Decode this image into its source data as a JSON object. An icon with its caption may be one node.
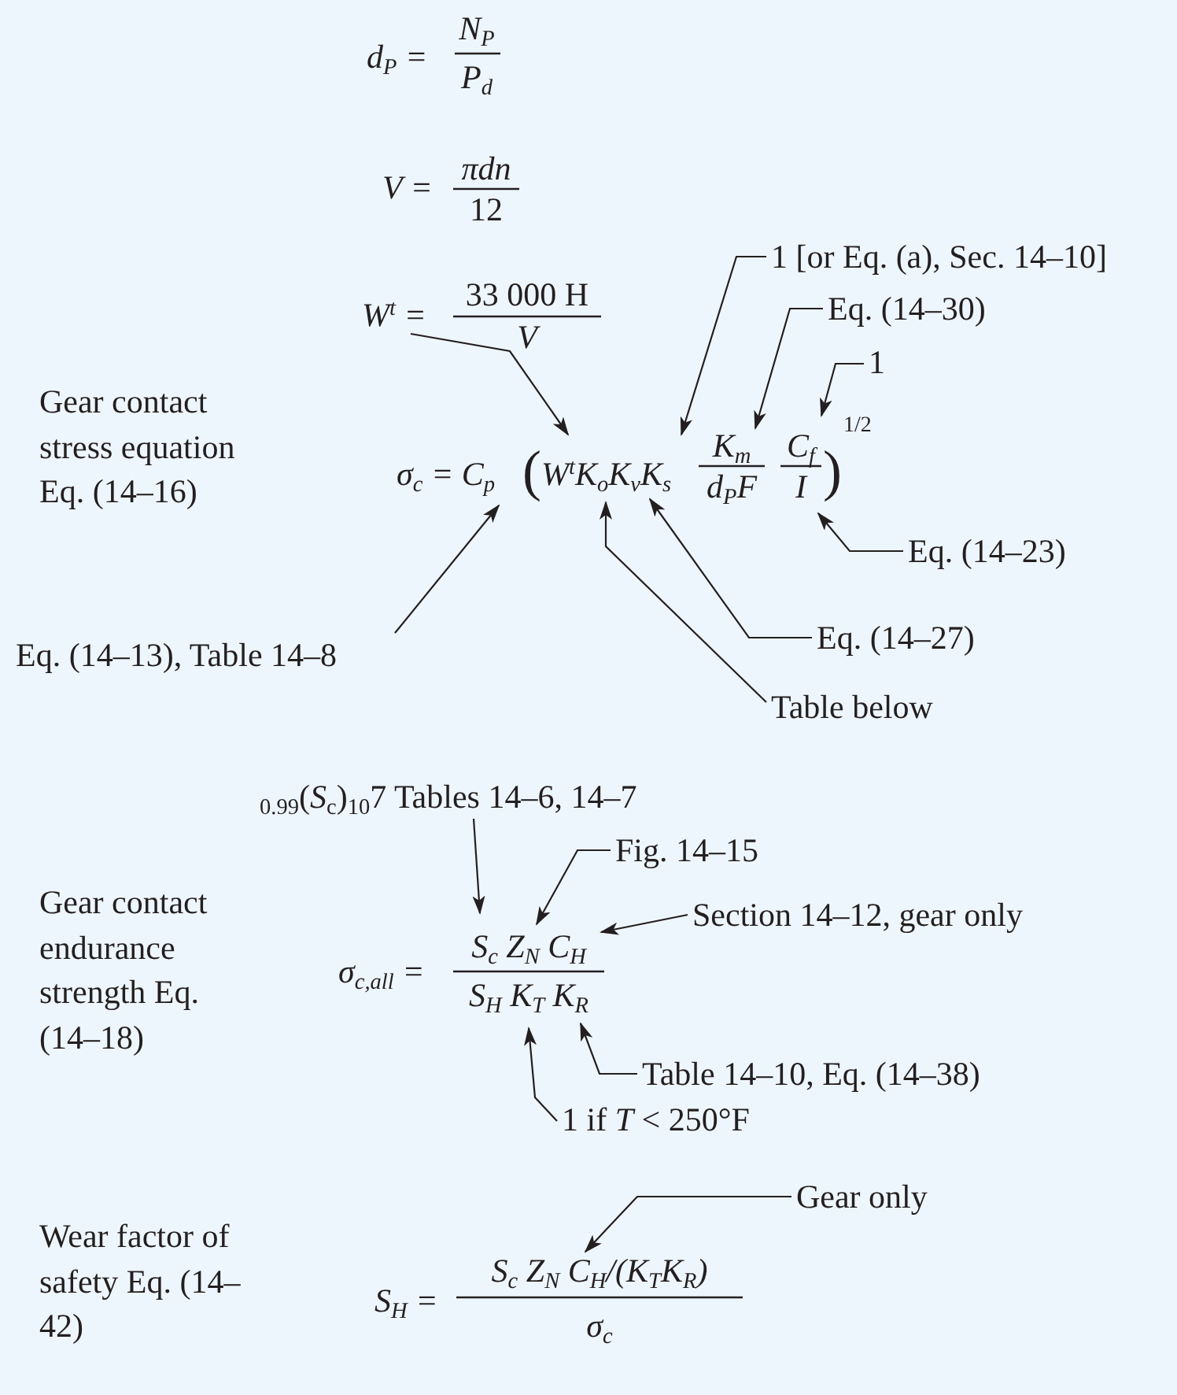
{
  "diagram": {
    "nodes": [
      {
        "text": [
          "1 [or Eq. (a), Sec. 14–10]"
        ]
      },
      {
        "text": [
          "Eq. (14–30)"
        ]
      },
      {
        "text": [
          "1"
        ]
      },
      {
        "text": [
          "Eq. (14–23)"
        ]
      },
      {
        "text": [
          "Eq. (14–27)"
        ]
      },
      {
        "text": [
          "Table below"
        ]
      },
      {
        "text": [
          "Eq. (14–13), Table 14–8"
        ]
      },
      {
        "text": [
          "$_{0.99}$(*S*$_{c}$)$_{10}$7 Tables 14–6, 14–7"
        ]
      },
      {
        "text": [
          "Fig. 14–15"
        ]
      },
      {
        "text": [
          "Section 14–12, gear only"
        ]
      },
      {
        "text": [
          "Table 14–10, Eq. (14–38)"
        ]
      },
      {
        "text": [
          "1 if *T* < 250°F"
        ]
      },
      {
        "text": [
          "Gear only"
        ]
      },
      {
        "text": [
          "W$^{t}$ ="
        ]
      },
      {
        "text": [
          "σ$_{c}$ = C$_{p}$"
        ]
      },
      {
        "text": [
          "W$^{t}$K$_{o}$K$_{v}$K$_{s}$"
        ]
      },
      {
        "text": [
          "K$_{m}$"
        ]
      },
      {
        "text": [
          "C$_{f}$"
        ]
      },
      {
        "text": [
          "I"
        ]
      },
      {
        "text": [
          "S$_{c}$ Z$_{N}$ C$_{H}$"
        ]
      },
      {
        "text": [
          "S$_{H}$ K$_{T}$ K$_{R}$"
        ]
      },
      {
        "text": [
          "S$_{c}$ Z$_{N}$ C$_{H}$/(K$_{T}$K$_{R}$)"
        ]
      }
    ],
    "edges": [
      {
        "from": 0,
        "to": 15,
        "arrow": "to"
      },
      {
        "from": 1,
        "to": 16,
        "arrow": "to"
      },
      {
        "from": 2,
        "to": 17,
        "arrow": "to"
      },
      {
        "from": 3,
        "to": 18,
        "arrow": "to"
      },
      {
        "from": 4,
        "to": 15,
        "arrow": "to"
      },
      {
        "from": 5,
        "to": 15,
        "arrow": "to"
      },
      {
        "from": 6,
        "to": 14,
        "arrow": "to"
      },
      {
        "from": 13,
        "to": 15,
        "arrow": "to"
      },
      {
        "from": 7,
        "to": 19,
        "arrow": "to"
      },
      {
        "from": 8,
        "to": 19,
        "arrow": "to"
      },
      {
        "from": 9,
        "to": 19,
        "arrow": "to"
      },
      {
        "from": 10,
        "to": 20,
        "arrow": "to"
      },
      {
        "from": 11,
        "to": 20,
        "arrow": "to"
      },
      {
        "from": 12,
        "to": 21,
        "arrow": "to"
      }
    ],
    "labels": [
      "d$_{P}$ =",
      "N$_{P}$",
      "P$_{d}$",
      "V =",
      "πdn",
      "12",
      "33 000 H",
      "V",
      "Gear contact stress equation Eq. (14–16)",
      "(",
      "d$_{P}$F",
      ")",
      "1/2",
      "Gear contact endurance strength Eq. (14–18)",
      "σ$_{c,all}$ =",
      "Wear factor of safety Eq. (14–42)",
      "S$_{H}$ =",
      "σ$_{c}$"
    ]
  }
}
